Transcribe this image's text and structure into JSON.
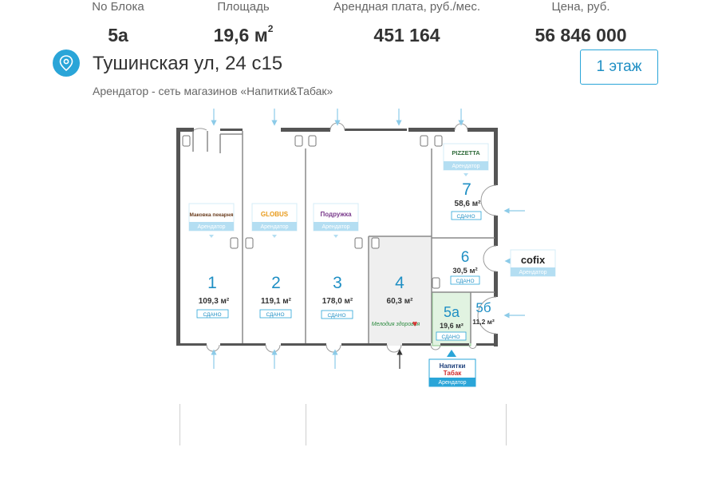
{
  "header": {
    "address": "Тушинская ул, 24 с15",
    "subtitle": "Арендатор - сеть магазинов «Напитки&Табак»",
    "floor_button": "1 этаж",
    "icon": "map-pin-icon"
  },
  "colors": {
    "accent": "#2aa5d8",
    "unit_number": "#1f8fc4",
    "wall": "#555555",
    "highlight_fill": "#e1f3e1",
    "occupied_fill": "#efefef"
  },
  "units": [
    {
      "id": "1",
      "number": "1",
      "area": "109,3 м²",
      "status": "СДАНО",
      "tenant_logo": "Маковка пекарня",
      "tenant_label": "Арендатор"
    },
    {
      "id": "2",
      "number": "2",
      "area": "119,1 м²",
      "status": "СДАНО",
      "tenant_logo": "GLOBUS",
      "tenant_label": "Арендатор"
    },
    {
      "id": "3",
      "number": "3",
      "area": "178,0 м²",
      "status": "СДАНО",
      "tenant_logo": "Подружка",
      "tenant_label": "Арендатор"
    },
    {
      "id": "4",
      "number": "4",
      "area": "60,3 м²",
      "status": "",
      "tenant_logo": "Мелодия здоровья",
      "tenant_label": ""
    },
    {
      "id": "5a",
      "number": "5а",
      "area": "19,6 м²",
      "status": "СДАНО",
      "tenant_logo": "",
      "tenant_label": ""
    },
    {
      "id": "5b",
      "number": "5б",
      "area": "11,2 м²",
      "status": "",
      "tenant_logo": "",
      "tenant_label": ""
    },
    {
      "id": "6",
      "number": "6",
      "area": "30,5 м²",
      "status": "СДАНО",
      "tenant_logo": "cofix",
      "tenant_label": "Арендатор"
    },
    {
      "id": "7",
      "number": "7",
      "area": "58,6 м²",
      "status": "СДАНО",
      "tenant_logo": "PIZZETTA",
      "tenant_label": "Арендатор"
    }
  ],
  "tenant_5a": {
    "logo_line1": "Напитки",
    "logo_line2": "Табак",
    "label": "Арендатор"
  },
  "stats": {
    "block_label": "No Блока",
    "block_value": "5а",
    "area_label": "Площадь",
    "area_value": "19,6 м",
    "area_sup": "2",
    "rent_label": "Арендная плата, руб./мес.",
    "rent_value": "451 164",
    "price_label": "Цена, руб.",
    "price_value": "56 846 000"
  }
}
